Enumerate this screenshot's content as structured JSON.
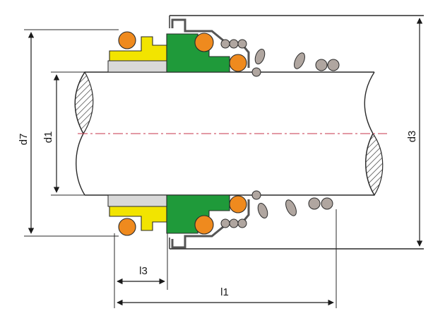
{
  "labels": {
    "d7": "d7",
    "d1": "d1",
    "d3": "d3",
    "l3": "l3",
    "l1": "l1"
  },
  "colors": {
    "line": "#2a2a2a",
    "yellow": "#f2e400",
    "green": "#1f9a3a",
    "orange": "#ef8a1e",
    "spring": "#b0a6a0",
    "sleeve": "#d9d9d9",
    "centerline": "#c7354b"
  }
}
